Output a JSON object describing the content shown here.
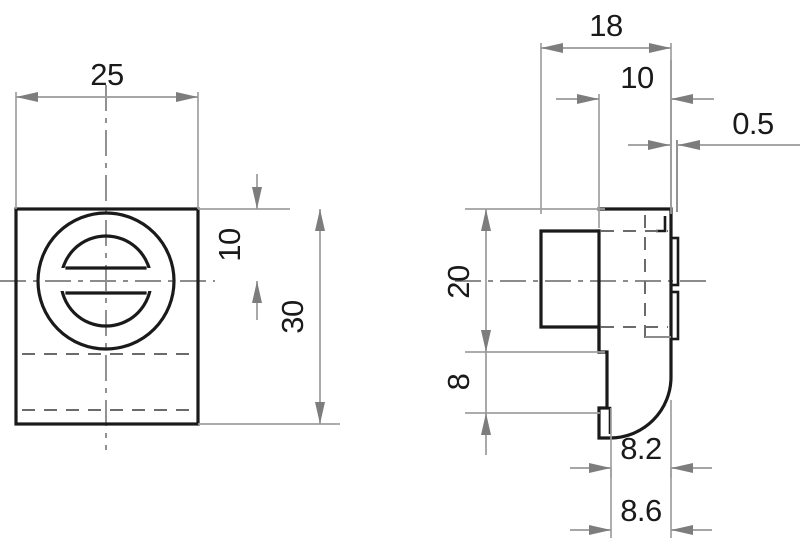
{
  "drawing": {
    "title": "Mechanical part orthographic drawing",
    "units": "mm",
    "line_colors": {
      "object": "#1a1a1a",
      "hidden": "#6b6b6b",
      "center": "#8c8c8c",
      "dimension": "#9a9a9a",
      "background": "#ffffff"
    },
    "views": [
      {
        "name": "front-view",
        "description": "Square plate with circular bore and slot"
      },
      {
        "name": "side-view",
        "description": "Side profile with boss, step and radius"
      }
    ]
  },
  "dimensions": {
    "front_width": "25",
    "front_center_to_top": "10",
    "front_height": "30",
    "side_total_width": "18",
    "side_boss_offset": "10",
    "side_lip_thickness": "0.5",
    "side_upper_height": "20",
    "side_lower_height": "8",
    "side_foot_upper": "8.2",
    "side_foot_lower": "8.6"
  }
}
